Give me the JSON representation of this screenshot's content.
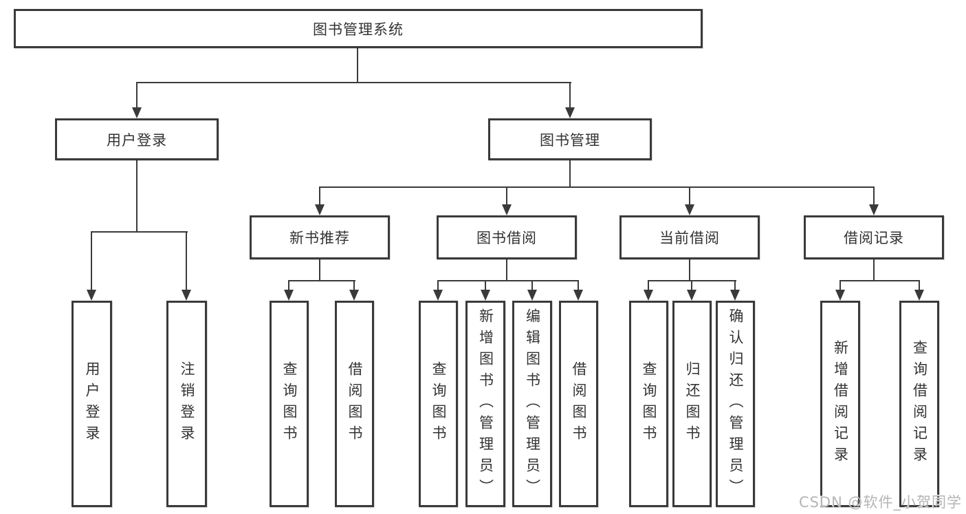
{
  "tree": {
    "label": "图书管理系统",
    "children": [
      {
        "label": "用户登录",
        "children": [
          {
            "label": "用户登录"
          },
          {
            "label": "注销登录"
          }
        ]
      },
      {
        "label": "图书管理",
        "children": [
          {
            "label": "新书推荐",
            "children": [
              {
                "label": "查询图书"
              },
              {
                "label": "借阅图书"
              }
            ]
          },
          {
            "label": "图书借阅",
            "children": [
              {
                "label": "查询图书"
              },
              {
                "label": "新增图书（管理员）"
              },
              {
                "label": "编辑图书（管理员）"
              },
              {
                "label": "借阅图书"
              }
            ]
          },
          {
            "label": "当前借阅",
            "children": [
              {
                "label": "查询图书"
              },
              {
                "label": "归还图书"
              },
              {
                "label": "确认归还（管理员）"
              }
            ]
          },
          {
            "label": "借阅记录",
            "children": [
              {
                "label": "新增借阅记录"
              },
              {
                "label": "查询借阅记录"
              }
            ]
          }
        ]
      }
    ]
  },
  "watermark": {
    "text": "CSDN @软件_小贺同学"
  },
  "colors": {
    "line": "#3a3a3a",
    "box_border": "#3a3a3a",
    "box_fill": "#ffffff",
    "text": "#333333",
    "watermark": "#b5b5b5"
  }
}
